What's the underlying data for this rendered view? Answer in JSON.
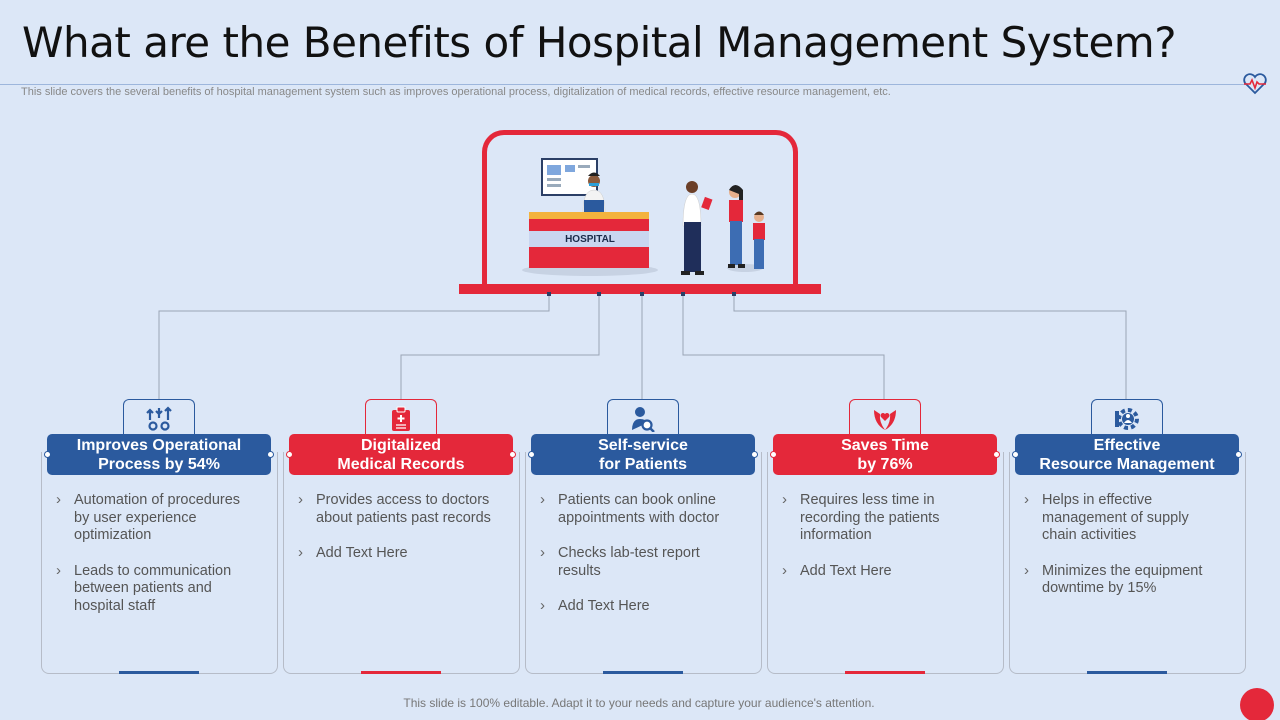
{
  "title": "What are the Benefits of Hospital Management System?",
  "subtitle": "This slide covers the several benefits of hospital management system such as improves operational process, digitalization of medical records, effective resource management, etc.",
  "illustration": {
    "desk_label": "HOSPITAL"
  },
  "benefits": [
    {
      "icon": "arrows-gears-icon",
      "color": "#2b5a9e",
      "line1": "Improves Operational",
      "line2": "Process by 54%",
      "bullets": [
        "Automation of procedures by user experience optimization",
        "Leads to communication between patients and hospital staff"
      ]
    },
    {
      "icon": "medical-clipboard-icon",
      "color": "#e4283a",
      "line1": "Digitalized",
      "line2": "Medical Records",
      "bullets": [
        "Provides access to doctors about patients past records",
        "Add Text Here"
      ]
    },
    {
      "icon": "doctor-search-icon",
      "color": "#2b5a9e",
      "line1": "Self-service",
      "line2": "for Patients",
      "bullets": [
        "Patients can book online appointments with doctor",
        "Checks lab-test report results",
        "Add Text Here"
      ]
    },
    {
      "icon": "hands-heart-icon",
      "color": "#e4283a",
      "line1": "Saves Time",
      "line2": "by 76%",
      "bullets": [
        "Requires less time in recording the patients information",
        "Add Text Here"
      ]
    },
    {
      "icon": "person-gear-icon",
      "color": "#2b5a9e",
      "line1": "Effective",
      "line2": "Resource Management",
      "bullets": [
        "Helps in effective management of supply chain activities",
        "Minimizes the equipment downtime by 15%"
      ]
    }
  ],
  "footer": "This slide is 100% editable. Adapt it to your needs and capture your audience's attention."
}
